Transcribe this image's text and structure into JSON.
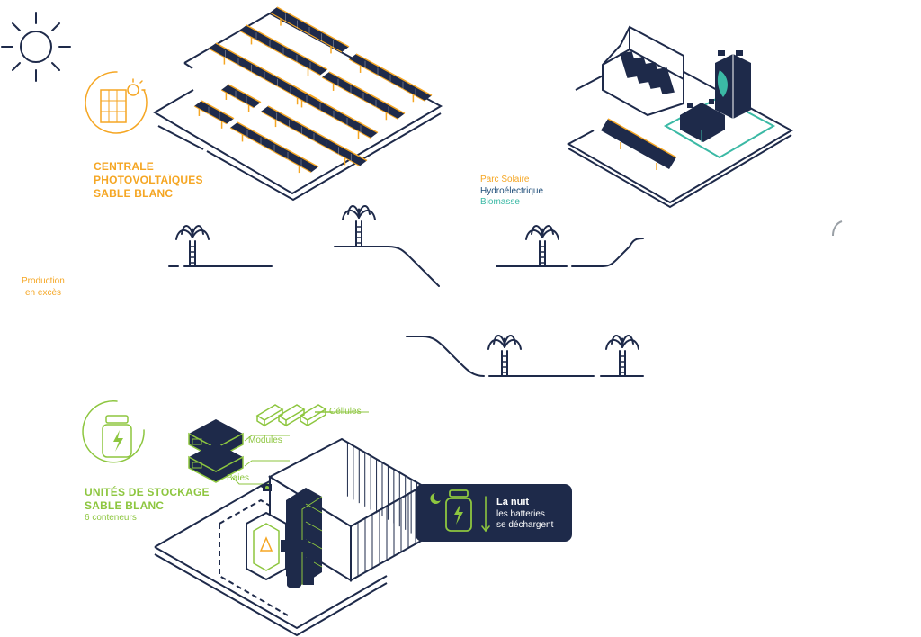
{
  "plant": {
    "title_lines": [
      "CENTRALE",
      "PHOTOVOLTAÏQUES",
      "SABLE BLANC"
    ]
  },
  "production": {
    "lines": [
      "Production",
      "en excès"
    ]
  },
  "legend": {
    "solar": "Parc Solaire",
    "hydro": "Hydroélectrique",
    "biomass": "Biomasse"
  },
  "storage": {
    "title_lines": [
      "UNITÉS DE STOCKAGE",
      "SABLE BLANC"
    ],
    "subtitle": "6 conteneurs",
    "cells": "Céllules",
    "modules": "Modules",
    "racks": "Baies"
  },
  "night": {
    "title": "La nuit",
    "lines": [
      "les batteries",
      "se déchargent"
    ]
  },
  "colors": {
    "navy": "#1E2A4A",
    "orange": "#F5A623",
    "green": "#8DC63F",
    "teal": "#3BB9A5",
    "hydro_blue": "#1F4E79"
  }
}
